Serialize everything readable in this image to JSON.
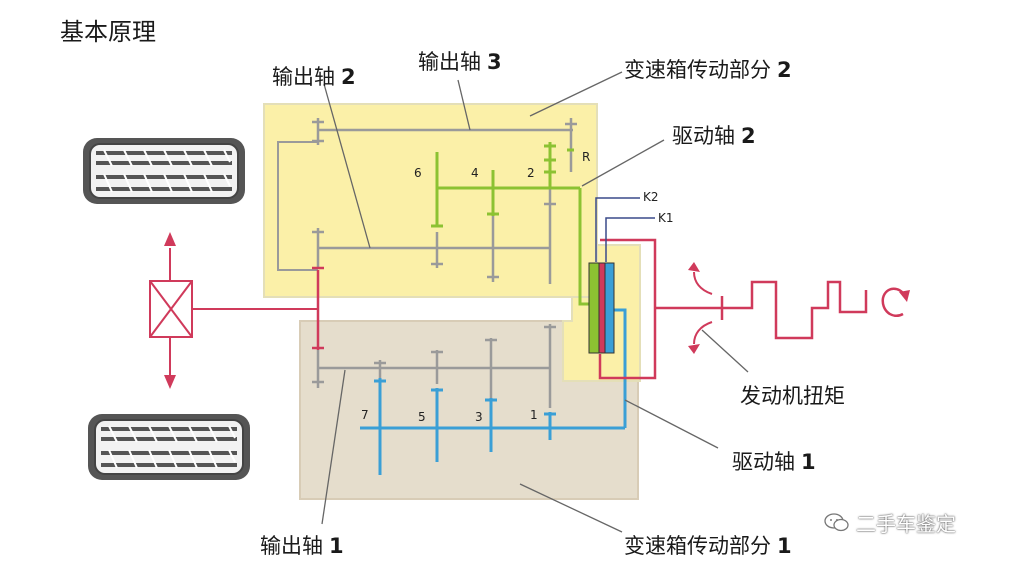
{
  "title": "基本原理",
  "labels": {
    "output_shaft_2": {
      "text": "输出轴",
      "num": "2"
    },
    "output_shaft_3": {
      "text": "输出轴",
      "num": "3"
    },
    "gearbox_part_2": {
      "text": "变速箱传动部分",
      "num": "2"
    },
    "drive_shaft_2": {
      "text": "驱动轴",
      "num": "2"
    },
    "engine_torque": {
      "text": "发动机扭矩"
    },
    "drive_shaft_1": {
      "text": "驱动轴",
      "num": "1"
    },
    "output_shaft_1": {
      "text": "输出轴",
      "num": "1"
    },
    "gearbox_part_1": {
      "text": "变速箱传动部分",
      "num": "1"
    }
  },
  "gears": {
    "six": "6",
    "four": "4",
    "two": "2",
    "reverse": "R",
    "seven": "7",
    "five": "5",
    "three": "3",
    "one": "1"
  },
  "clutches": {
    "k2": "K2",
    "k1": "K1"
  },
  "watermark": "二手车鉴定",
  "colors": {
    "upper_box": "#fbf0a8",
    "lower_box": "#e5ddcc",
    "engine_path": "#d03a5b",
    "even_gears": "#8cc232",
    "odd_gears": "#3a9fd6",
    "shafts": "#9a9a9a"
  }
}
